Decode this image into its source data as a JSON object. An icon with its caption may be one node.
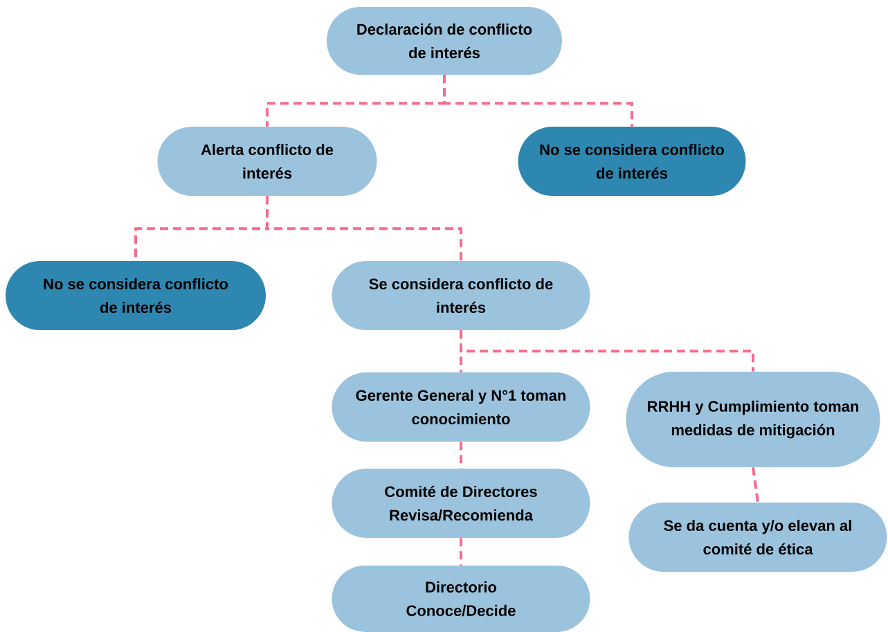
{
  "diagram": {
    "nodes": [
      {
        "text": [
          "Declaración de conflicto de interés"
        ]
      },
      {
        "text": [
          "Alerta conflicto de interés"
        ]
      },
      {
        "text": [
          "No se considera conflicto de interés"
        ]
      },
      {
        "text": [
          "No se considera conflicto de interés"
        ]
      },
      {
        "text": [
          "Se considera conflicto de interés"
        ]
      },
      {
        "text": [
          "Gerente General y N°1 toman conocimiento"
        ]
      },
      {
        "text": [
          "RRHH y Cumplimiento toman medidas de mitigación"
        ]
      },
      {
        "text": [
          "Comité de Directores Revisa/Recomienda"
        ]
      },
      {
        "text": [
          "Se da cuenta y/o elevan al comité de ética"
        ]
      },
      {
        "text": [
          "Directorio Conoce/Decide"
        ]
      }
    ],
    "edges": [
      {
        "from": 0,
        "to": 1,
        "arrow": "none",
        "style": "dashed"
      },
      {
        "from": 0,
        "to": 2,
        "arrow": "none",
        "style": "dashed"
      },
      {
        "from": 1,
        "to": 3,
        "arrow": "none",
        "style": "dashed"
      },
      {
        "from": 1,
        "to": 4,
        "arrow": "none",
        "style": "dashed"
      },
      {
        "from": 4,
        "to": 5,
        "arrow": "none",
        "style": "dashed"
      },
      {
        "from": 4,
        "to": 6,
        "arrow": "none",
        "style": "dashed"
      },
      {
        "from": 5,
        "to": 7,
        "arrow": "none",
        "style": "dashed"
      },
      {
        "from": 7,
        "to": 9,
        "arrow": "none",
        "style": "dashed"
      },
      {
        "from": 6,
        "to": 8,
        "arrow": "none",
        "style": "dashed"
      }
    ]
  }
}
